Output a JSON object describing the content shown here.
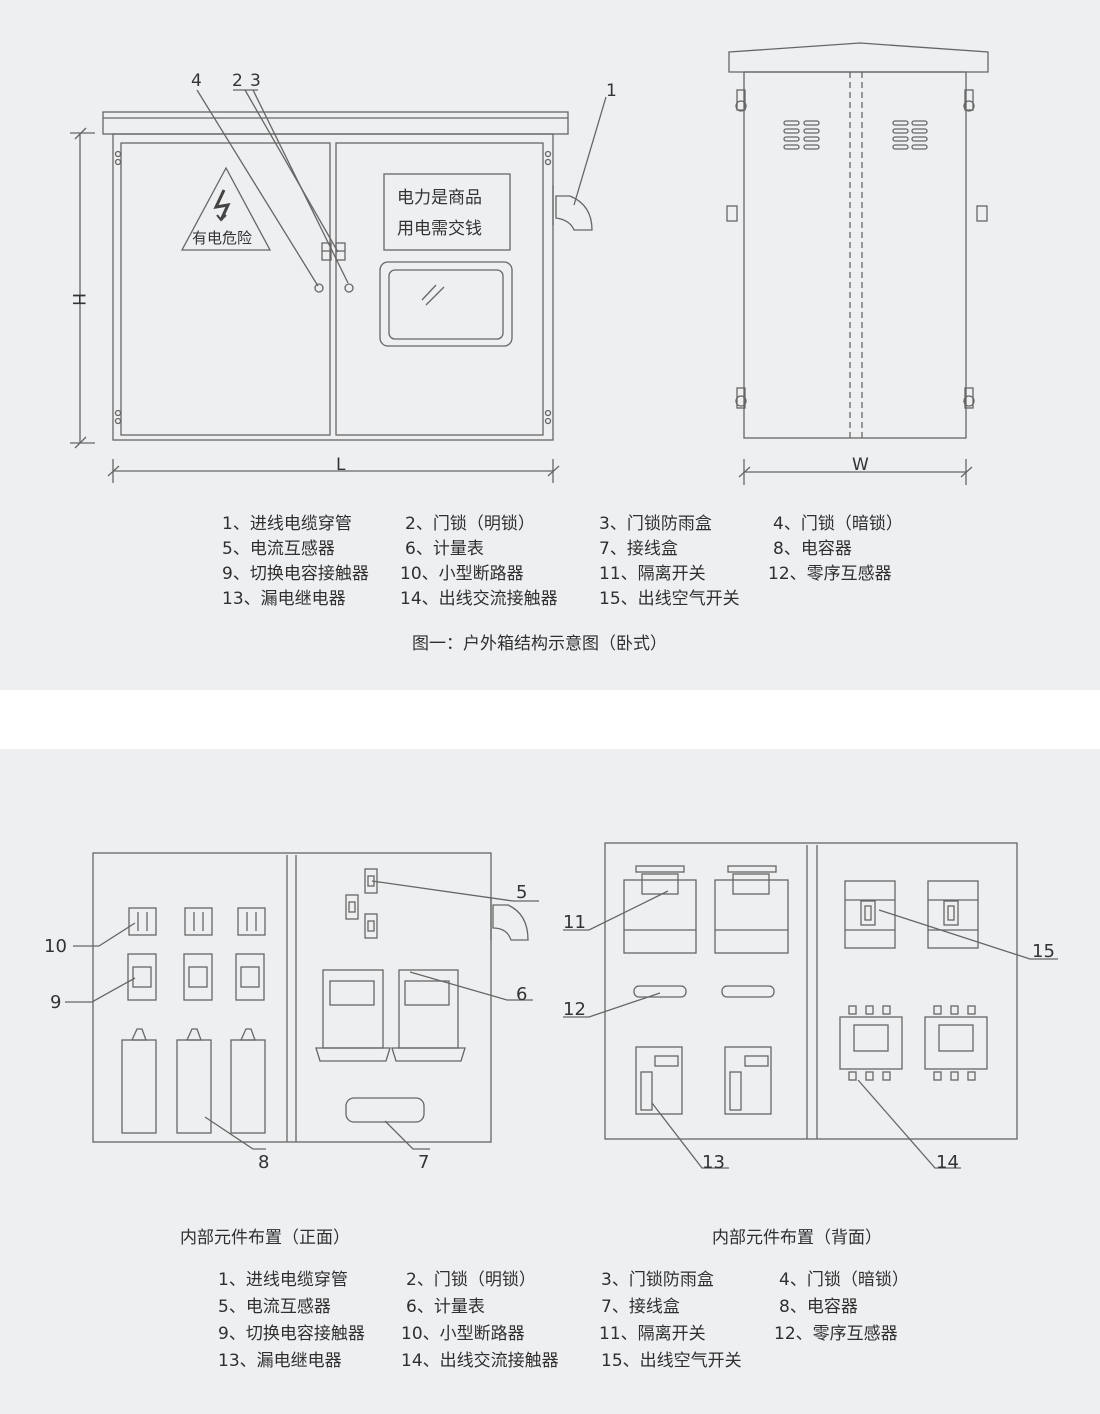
{
  "colors": {
    "background": "#eeeff1",
    "line": "#666666",
    "text": "#333333"
  },
  "figure1": {
    "caption": "图一：户外箱结构示意图（卧式）",
    "dimension_labels": {
      "height": "H",
      "length": "L",
      "width": "W"
    },
    "callouts": [
      "1",
      "2",
      "3",
      "4"
    ],
    "warning_sign_text": "有电危险",
    "door_slogan": [
      "电力是商品",
      "用电需交钱"
    ]
  },
  "legend": [
    "1、进线电缆穿管",
    "2、门锁（明锁）",
    "3、门锁防雨盒",
    "4、门锁（暗锁）",
    "5、电流互感器",
    "6、计量表",
    "7、接线盒",
    "8、电容器",
    "9、切换电容接触器",
    "10、小型断路器",
    "11、隔离开关",
    "12、零序互感器",
    "13、漏电继电器",
    "14、出线交流接触器",
    "15、出线空气开关"
  ],
  "figure2": {
    "front_caption": "内部元件布置（正面）",
    "back_caption": "内部元件布置（背面）",
    "front_callouts": [
      "10",
      "9",
      "8",
      "5",
      "6",
      "7"
    ],
    "back_callouts": [
      "11",
      "12",
      "13",
      "15",
      "14"
    ]
  }
}
